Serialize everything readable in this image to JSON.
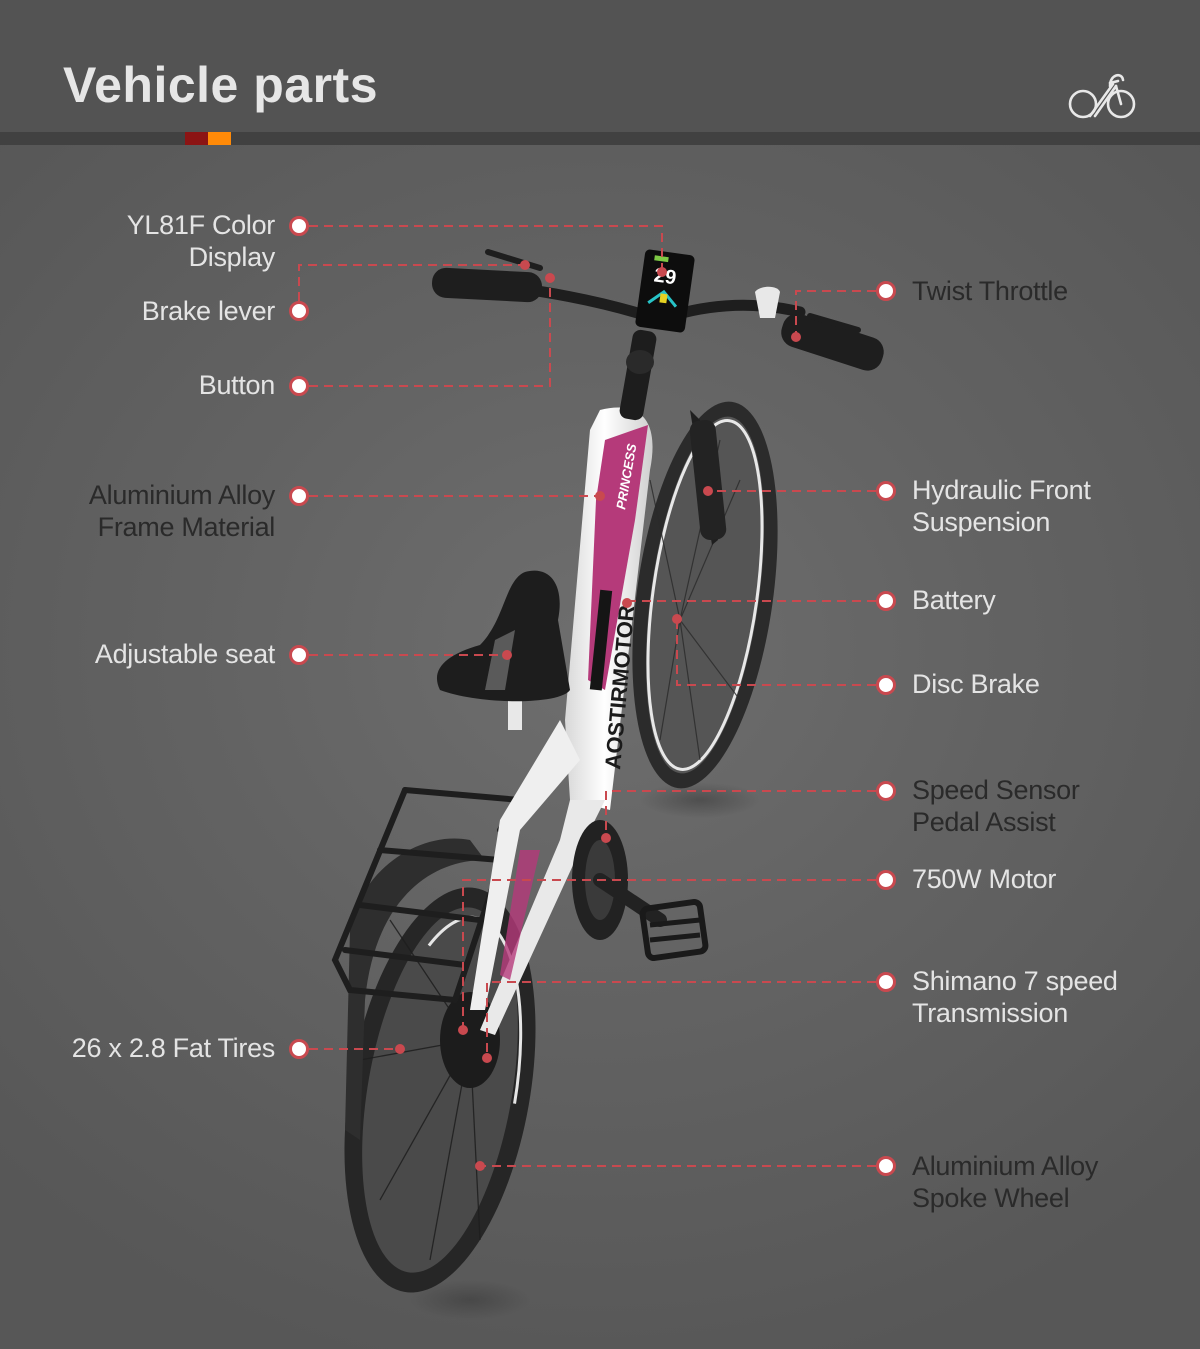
{
  "header": {
    "title": "Vehicle parts",
    "logo_icon": "bicycle-logo-icon",
    "accent_colors": [
      "#8c1414",
      "#ff8a08"
    ]
  },
  "colors": {
    "background": "#616161",
    "header_band": "#535353",
    "rule": "#414141",
    "leader_line": "#c9494f",
    "label_light": "#e4e4e4",
    "label_dark": "#2a2a2a",
    "frame_white": "#f2f2f2",
    "frame_accent": "#b53a7a"
  },
  "bike": {
    "brand_text": "AOSTIRMOTOR",
    "model_text": "PRINCESS",
    "display_reading": "29"
  },
  "callouts": {
    "left": [
      {
        "lines": [
          "YL81F Color",
          "Display"
        ],
        "tone": "light"
      },
      {
        "lines": [
          "Brake lever"
        ],
        "tone": "light"
      },
      {
        "lines": [
          "Button"
        ],
        "tone": "light"
      },
      {
        "lines": [
          "Aluminium Alloy",
          "Frame Material"
        ],
        "tone": "dark"
      },
      {
        "lines": [
          "Adjustable seat"
        ],
        "tone": "light"
      },
      {
        "lines": [
          "26 x 2.8 Fat Tires"
        ],
        "tone": "light"
      }
    ],
    "right": [
      {
        "lines": [
          "Twist Throttle"
        ],
        "tone": "dark"
      },
      {
        "lines": [
          "Hydraulic Front",
          "Suspension"
        ],
        "tone": "light"
      },
      {
        "lines": [
          "Battery"
        ],
        "tone": "light"
      },
      {
        "lines": [
          "Disc Brake"
        ],
        "tone": "light"
      },
      {
        "lines": [
          "Speed Sensor",
          "Pedal Assist"
        ],
        "tone": "dark"
      },
      {
        "lines": [
          "750W Motor"
        ],
        "tone": "light"
      },
      {
        "lines": [
          "Shimano 7 speed",
          "Transmission"
        ],
        "tone": "light"
      },
      {
        "lines": [
          "Aluminium Alloy",
          "Spoke Wheel"
        ],
        "tone": "dark"
      }
    ]
  }
}
